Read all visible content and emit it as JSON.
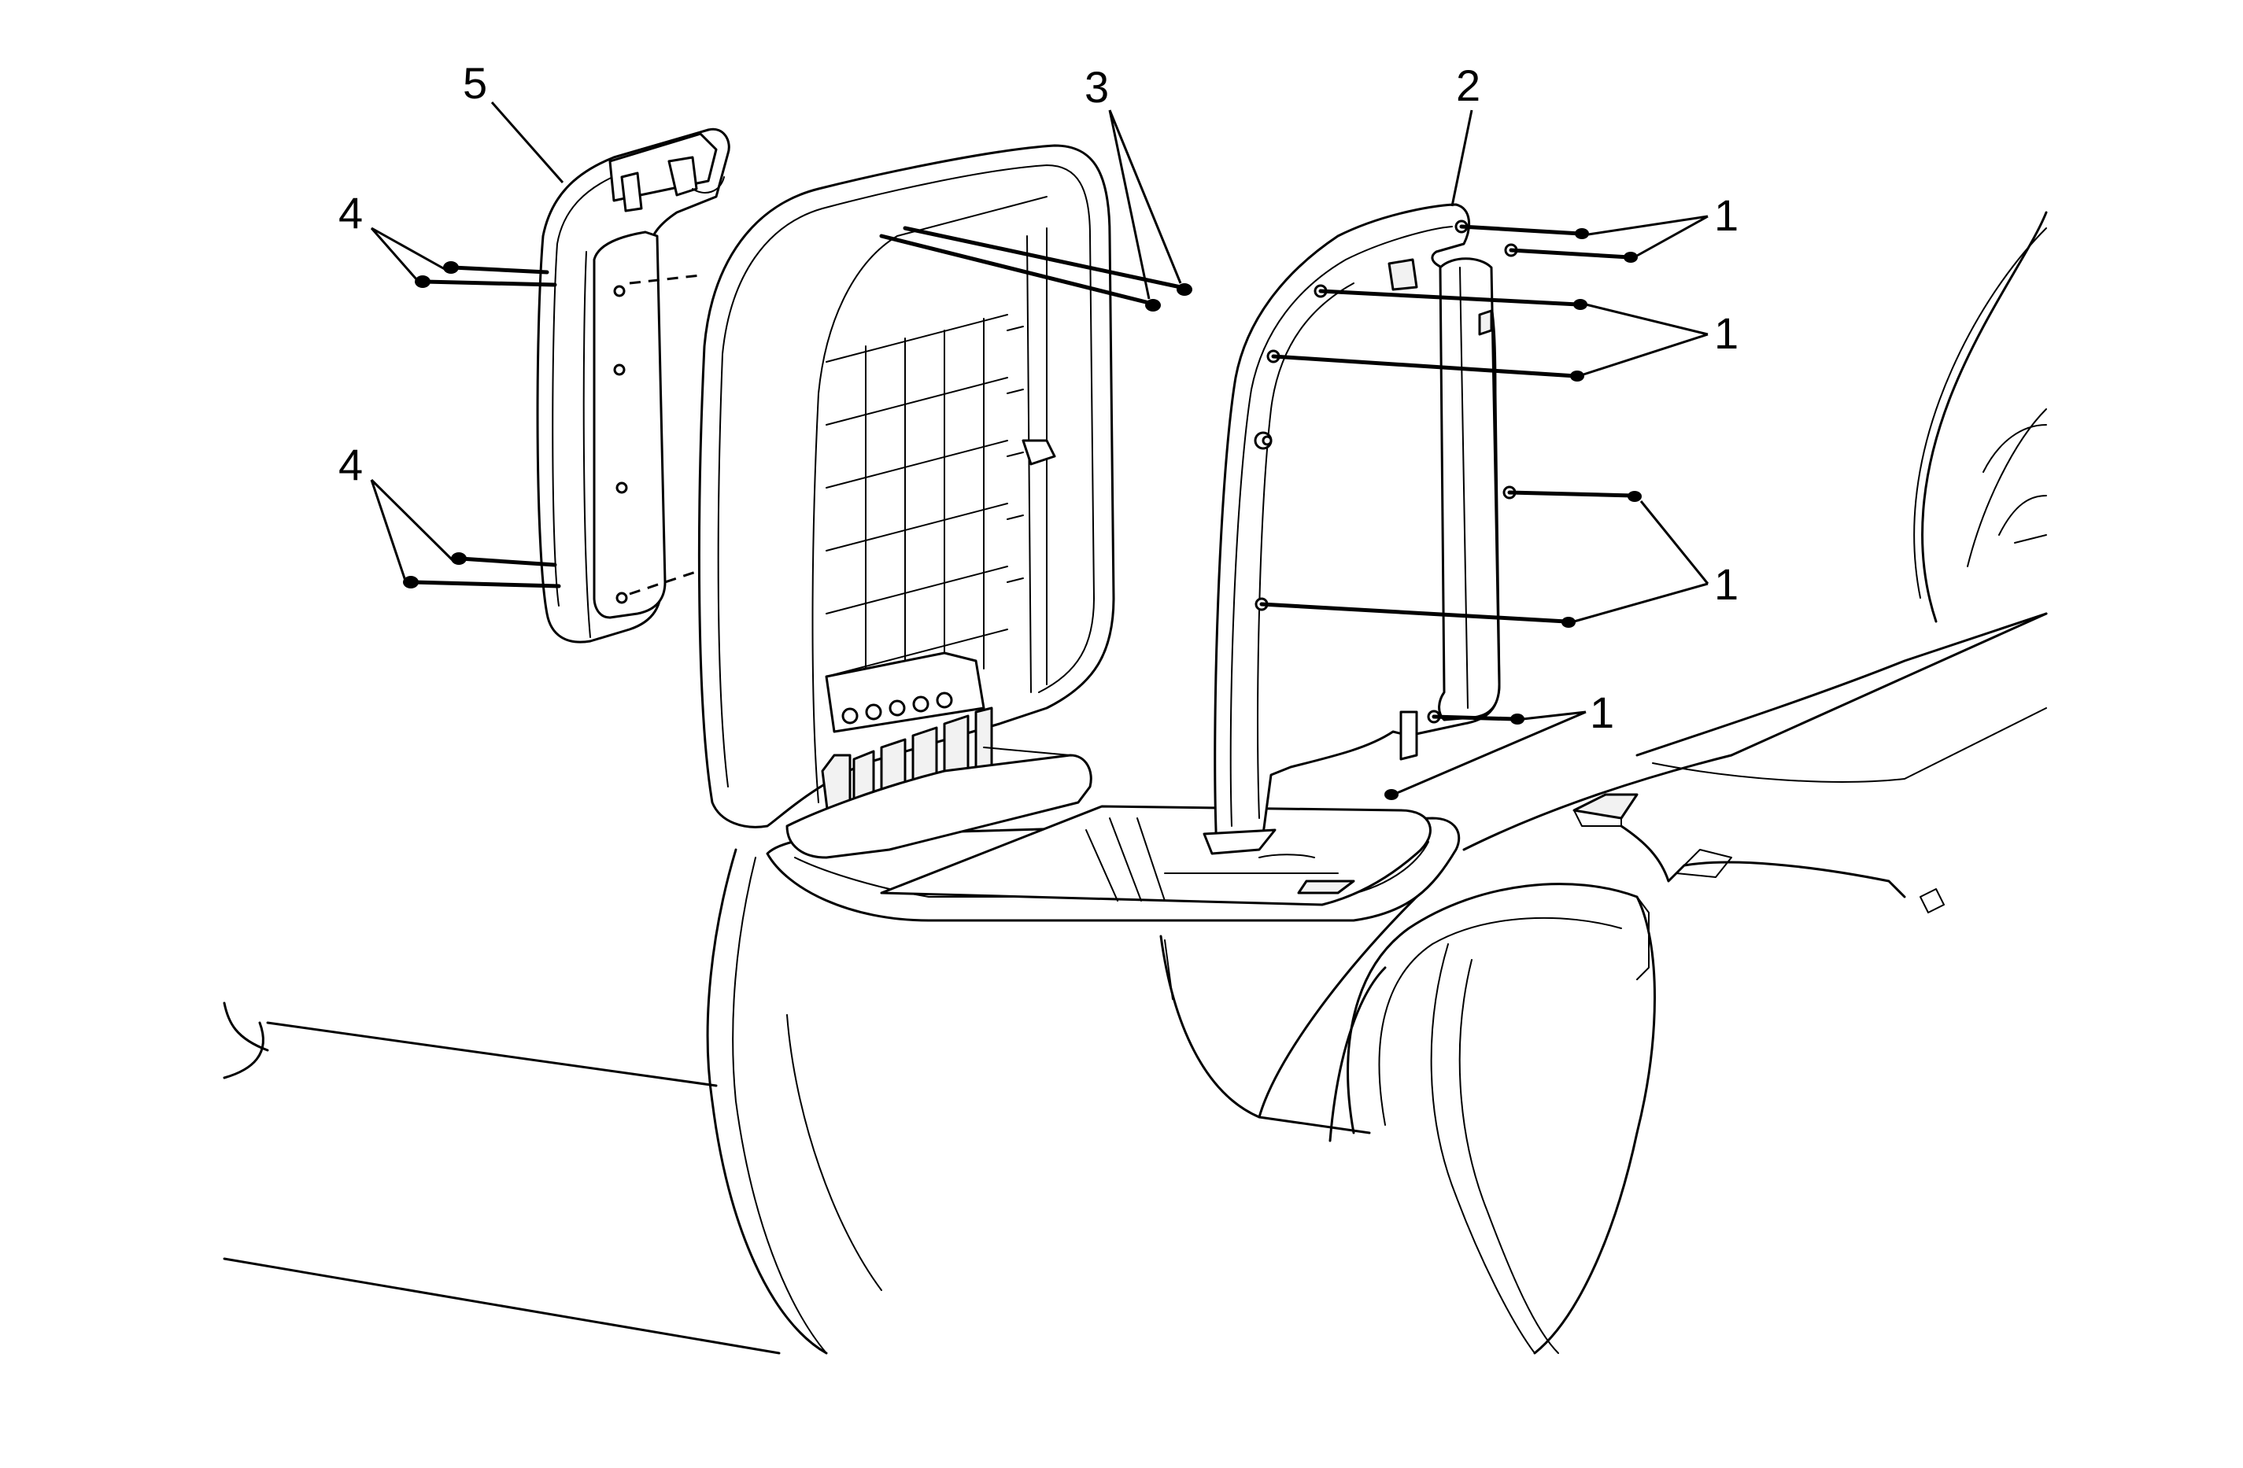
{
  "callouts": {
    "label_1": "1",
    "label_2": "2",
    "label_3": "3",
    "label_4": "4",
    "label_5": "5"
  }
}
